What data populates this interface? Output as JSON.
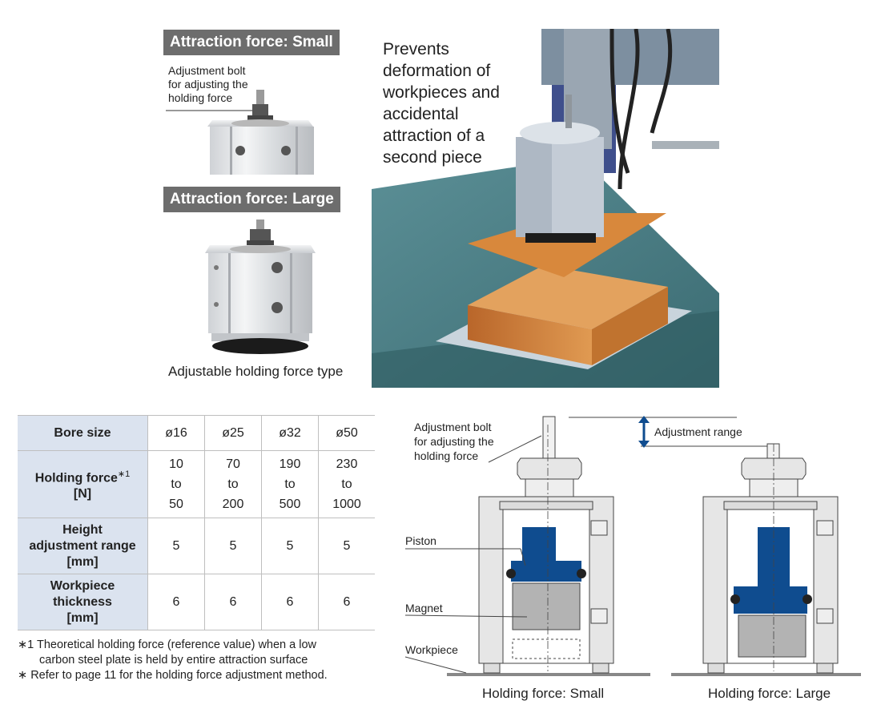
{
  "top_left": {
    "badge_small": "Attraction force: Small",
    "bolt_note_lines": [
      "Adjustment bolt",
      "for adjusting the",
      "holding force"
    ],
    "badge_large": "Attraction force: Large",
    "product_caption": "Adjustable holding force type"
  },
  "hero": {
    "lines": [
      "Prevents",
      "deformation of",
      "workpieces and",
      "accidental",
      "attraction of a",
      "second piece"
    ]
  },
  "spec_table": {
    "header_label": "Bore size",
    "bores": [
      "ø16",
      "ø25",
      "ø32",
      "ø50"
    ],
    "rows": [
      {
        "label_lines": [
          "Holding force",
          "[N]"
        ],
        "mark": "∗1",
        "values": [
          [
            "10",
            "to",
            "50"
          ],
          [
            "70",
            "to",
            "200"
          ],
          [
            "190",
            "to",
            "500"
          ],
          [
            "230",
            "to",
            "1000"
          ]
        ]
      },
      {
        "label_lines": [
          "Height",
          "adjustment range",
          "[mm]"
        ],
        "values": [
          "5",
          "5",
          "5",
          "5"
        ]
      },
      {
        "label_lines": [
          "Workpiece",
          "thickness",
          "[mm]"
        ],
        "values": [
          "6",
          "6",
          "6",
          "6"
        ]
      }
    ]
  },
  "footnotes": {
    "note1_mark": "∗1",
    "note1_line1": "Theoretical holding force (reference value) when a low",
    "note1_line2": "carbon steel plate is held by entire attraction surface",
    "note2_mark": "∗",
    "note2_text": "Refer to page 11 for the holding force adjustment method."
  },
  "diagram": {
    "bolt_label_lines": [
      "Adjustment bolt",
      "for adjusting the",
      "holding force"
    ],
    "adjustment_range": "Adjustment range",
    "piston": "Piston",
    "magnet": "Magnet",
    "workpiece": "Workpiece",
    "caption_small": "Holding force: Small",
    "caption_large": "Holding force: Large"
  },
  "colors": {
    "badge": "#6d6d6d",
    "table_header": "#dbe3ef",
    "piston_blue": "#0f4c8f",
    "magnet_gray": "#b3b3b3",
    "cylinder_body": "#e6e6e6",
    "workpiece_orange": "#d68a3c",
    "scene_floor": "#4a7f86"
  }
}
